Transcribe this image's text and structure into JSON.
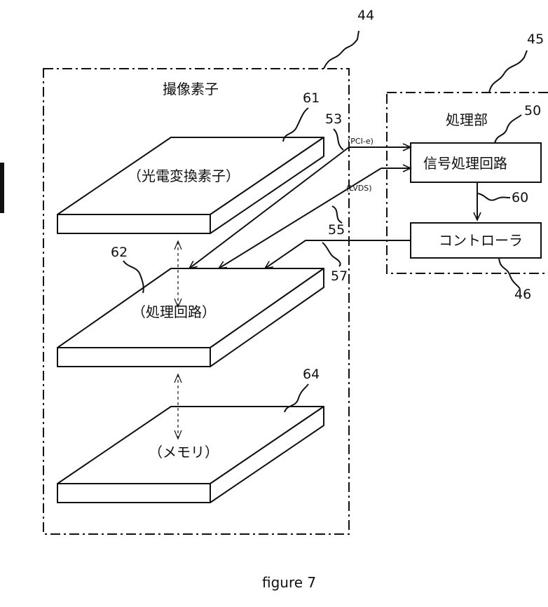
{
  "figure": {
    "caption": "figure 7",
    "image_sensor_group": {
      "ref": "44",
      "title": "撮像素子"
    },
    "processing_group": {
      "ref": "45",
      "title": "処理部",
      "bottom_ref": "46"
    },
    "layers": [
      {
        "ref": "61",
        "label": "（光電変換素子）"
      },
      {
        "ref": "62",
        "label": "（処理回路）"
      },
      {
        "ref": "64",
        "label": "（メモリ）"
      }
    ],
    "blocks": {
      "signal_circuit": {
        "ref": "50",
        "label": "信号処理回路"
      },
      "controller": {
        "label": "コントローラ"
      }
    },
    "connections": {
      "pcie": {
        "ref": "53",
        "label": "(PCI-e)"
      },
      "lvds": {
        "ref": "55",
        "label": "(LVDS)"
      },
      "ctrl_line": {
        "ref": "57"
      },
      "internal": {
        "ref": "60"
      }
    }
  }
}
